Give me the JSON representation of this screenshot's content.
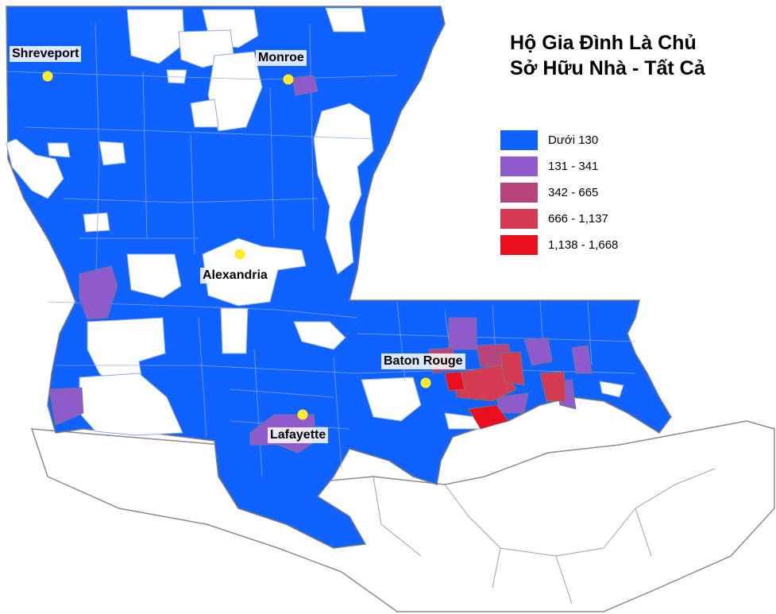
{
  "title": {
    "line1": "Hộ Gia Đình Là Chủ",
    "line2": "Sở Hữu Nhà - Tất Cả"
  },
  "legend": {
    "items": [
      {
        "label": "Dưới 130",
        "color": "#0f62ff"
      },
      {
        "label": "131 - 341",
        "color": "#8f5bcb"
      },
      {
        "label": "342 - 665",
        "color": "#b6457e"
      },
      {
        "label": "666 - 1,137",
        "color": "#d43a52"
      },
      {
        "label": "1,138 - 1,668",
        "color": "#ea0f1e"
      }
    ]
  },
  "cities": [
    {
      "name": "Shreveport"
    },
    {
      "name": "Monroe"
    },
    {
      "name": "Alexandria"
    },
    {
      "name": "Baton Rouge"
    },
    {
      "name": "Lafayette"
    }
  ],
  "colors": {
    "region_fill": "#0f62ff",
    "boundary": "#8aa9e6",
    "outline": "#7d7d7d",
    "city_marker": "#ffeb2a"
  }
}
